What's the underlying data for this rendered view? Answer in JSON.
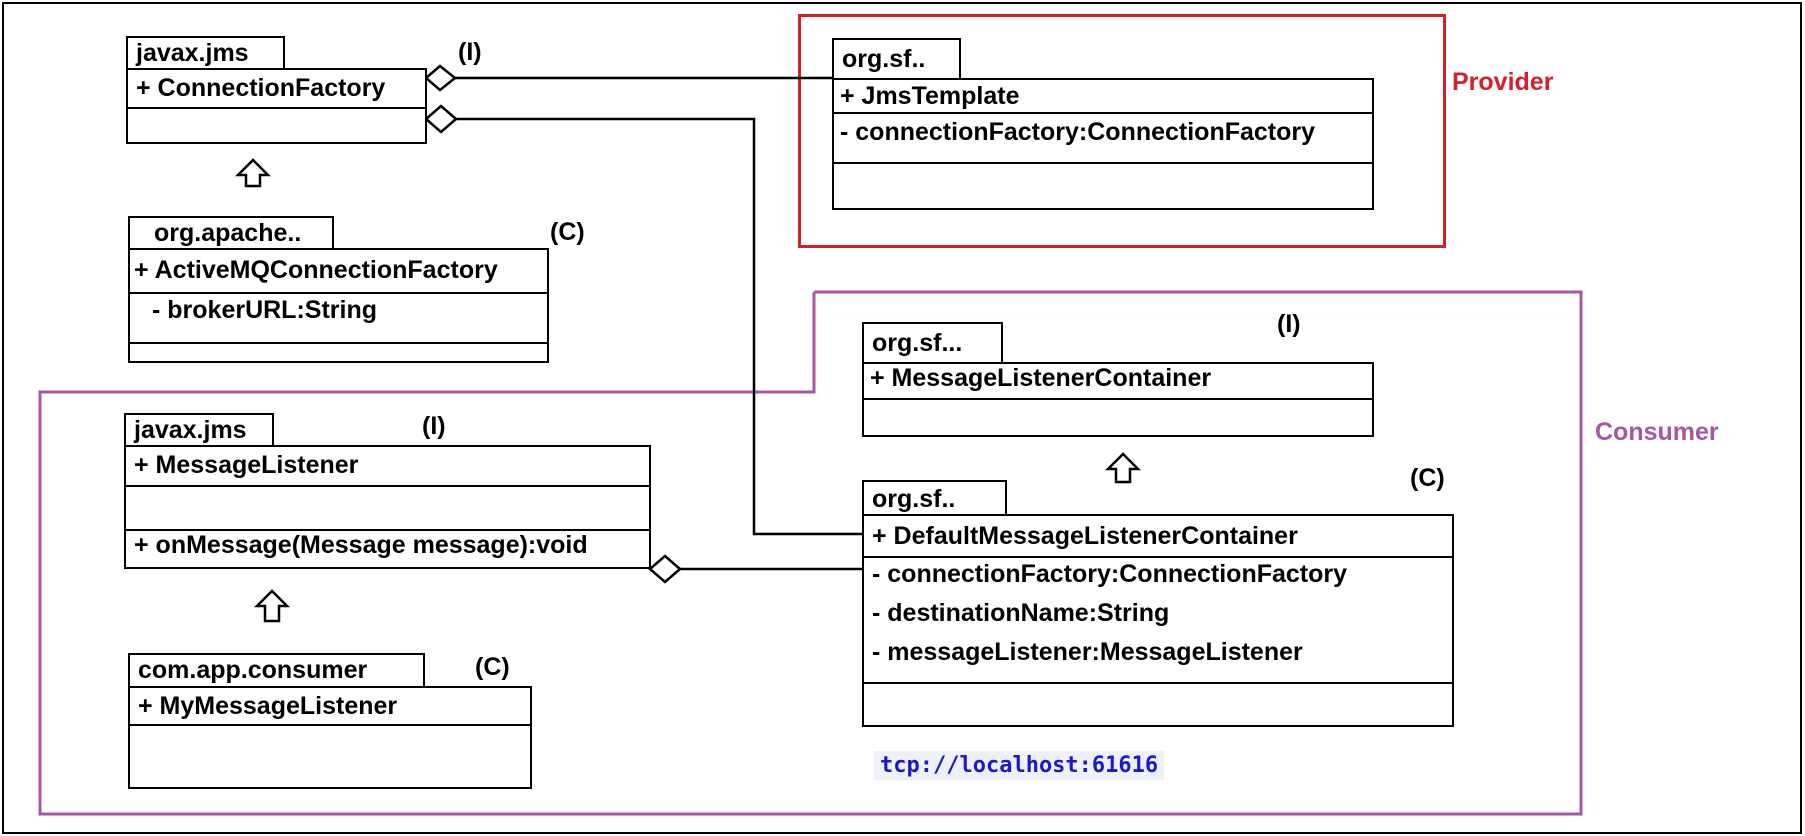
{
  "colors": {
    "provider": "#d3202a",
    "consumer": "#a855a5",
    "url_text": "#1a1acb",
    "url_bg": "#eef1f7",
    "line": "#000000"
  },
  "labels": {
    "provider": "Provider",
    "consumer": "Consumer",
    "broker_url": "tcp://localhost:61616"
  },
  "classes": {
    "connection_factory": {
      "package": "javax.jms",
      "name": "+ ConnectionFactory",
      "tag": "(I)"
    },
    "active_mq": {
      "package": "org.apache..",
      "name": "+ ActiveMQConnectionFactory",
      "attrs": [
        "- brokerURL:String"
      ],
      "tag": "(C)"
    },
    "jms_template": {
      "package": "org.sf..",
      "name": "+ JmsTemplate",
      "attrs": [
        "- connectionFactory:ConnectionFactory"
      ]
    },
    "message_listener_container": {
      "package": "org.sf...",
      "name": "+ MessageListenerContainer",
      "tag": "(I)"
    },
    "default_mlc": {
      "package": "org.sf..",
      "name": "+ DefaultMessageListenerContainer",
      "attrs": [
        "- connectionFactory:ConnectionFactory",
        "- destinationName:String",
        "- messageListener:MessageListener"
      ],
      "tag": "(C)"
    },
    "message_listener": {
      "package": "javax.jms",
      "name": "+ MessageListener",
      "methods": [
        "+ onMessage(Message message):void"
      ],
      "tag": "(I)"
    },
    "my_message_listener": {
      "package": "com.app.consumer",
      "name": "+ MyMessageListener",
      "tag": "(C)"
    }
  }
}
